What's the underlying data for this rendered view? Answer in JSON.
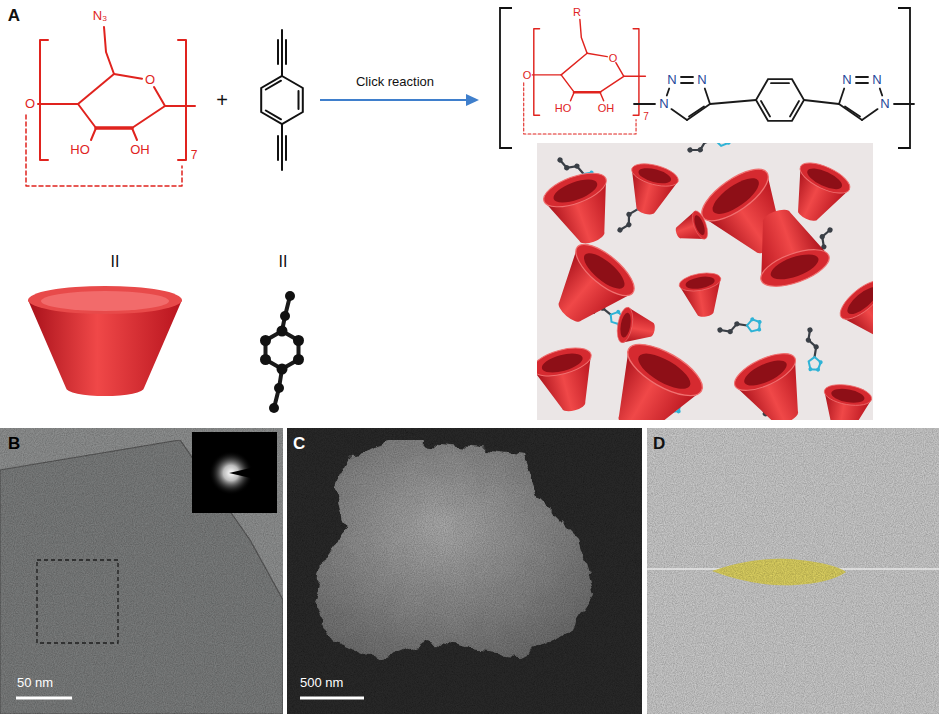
{
  "diagram": {
    "nodes": [
      {
        "text": [
          "B",
          "50 nm"
        ]
      },
      {
        "text": [
          "C",
          "500 nm"
        ]
      },
      {
        "text": [
          "D"
        ]
      }
    ],
    "labels": [
      "A",
      "N₃",
      "O",
      "O",
      "HO",
      "OH",
      "7",
      "+",
      "Click reaction",
      "R",
      "O",
      "O",
      "HO",
      "OH",
      "7",
      "N",
      "N",
      "N",
      "N",
      "N",
      "N",
      "II",
      "II"
    ]
  }
}
